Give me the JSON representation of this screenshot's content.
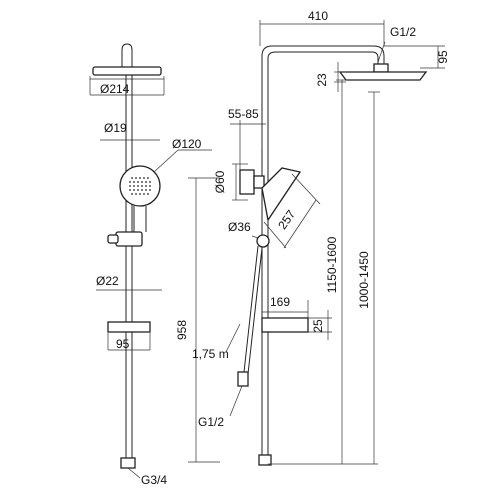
{
  "dimensions": {
    "head_diameter": "Ø214",
    "arm_diameter": "Ø19",
    "hand_diameter": "Ø120",
    "pipe_diameter": "Ø22",
    "shelf_width_left": "95",
    "overall_height": "958",
    "bottom_thread": "G3/4",
    "arm_length": "410",
    "top_thread": "G1/2",
    "head_drop": "95",
    "head_thickness": "23",
    "holder_range": "55-85",
    "holder_diameter": "Ø60",
    "hand_length": "257",
    "knob_diameter": "Ø36",
    "shelf_width": "169",
    "shelf_height": "25",
    "hose_length": "1,75 m",
    "hose_thread": "G1/2",
    "height_range_1": "1150-1600",
    "height_range_2": "1000-1450"
  }
}
